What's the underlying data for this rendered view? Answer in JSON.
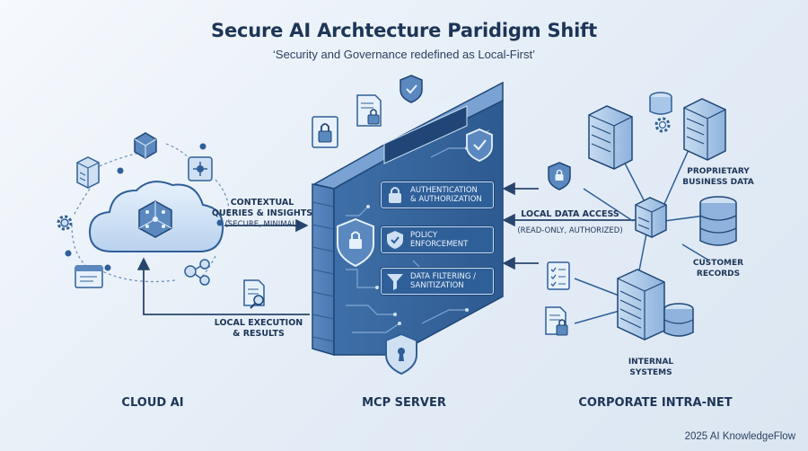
{
  "title": "Secure AI Archtecture Paridigm Shift",
  "subtitle": "‘Security and Governance redefined as Local-First’",
  "server_sign": "MCP SERVER",
  "panels": [
    {
      "line1": "AUTHENTICATION",
      "line2": "& AUTHORIZATION",
      "icon": "lock-icon"
    },
    {
      "line1": "POLICY",
      "line2": "ENFORCEMENT",
      "icon": "shield-icon"
    },
    {
      "line1": "DATA FILTERING /",
      "line2": "SANITIZATION",
      "icon": "funnel-icon"
    }
  ],
  "flows": {
    "queries": {
      "line1": "CONTEXTUAL",
      "line2": "QUERIES & INSIGHTS",
      "line3": "(SECURE, MINIMAL)"
    },
    "local_exec": {
      "line1": "LOCAL EXECUTION",
      "line2": "& RESULTS"
    },
    "local_data": {
      "line1": "LOCAL DATA ACCESS",
      "line2": "(READ-ONLY, AUTHORIZED)"
    }
  },
  "nodes": {
    "proprietary": {
      "line1": "PROPRIETARY",
      "line2": "BUSINESS DATA"
    },
    "customer": {
      "line1": "CUSTOMER",
      "line2": "RECORDS"
    },
    "internal": {
      "line1": "INTERNAL",
      "line2": "SYSTEMS"
    }
  },
  "sections": {
    "cloud": "CLOUD AI",
    "server": "MCP SERVER",
    "corporate": "CORPORATE INTRA-NET"
  },
  "footer": "2025 AI KnowledgeFlow",
  "colors": {
    "primary": "#2f5f98",
    "dark": "#1d3557",
    "light": "#cfe0f3",
    "accent": "#5a8fd0"
  }
}
